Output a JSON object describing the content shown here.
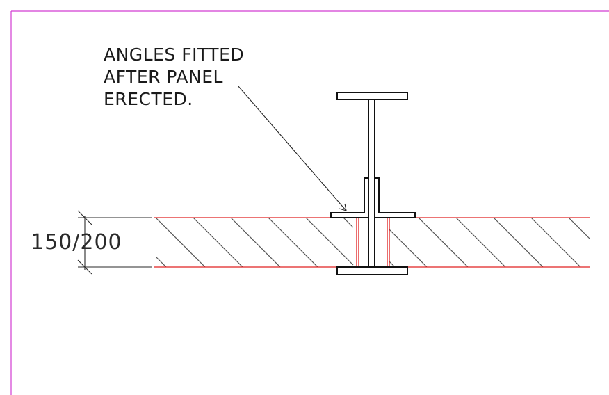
{
  "drawing": {
    "annotation": {
      "lines": [
        "ANGLES FITTED",
        "AFTER PANEL",
        "ERECTED."
      ]
    },
    "dimension": {
      "label": "150/200"
    },
    "colors": {
      "frame": "#d23cd2",
      "panel_edge": "#e02020",
      "hatch": "#555555",
      "steel": "#111111"
    }
  }
}
